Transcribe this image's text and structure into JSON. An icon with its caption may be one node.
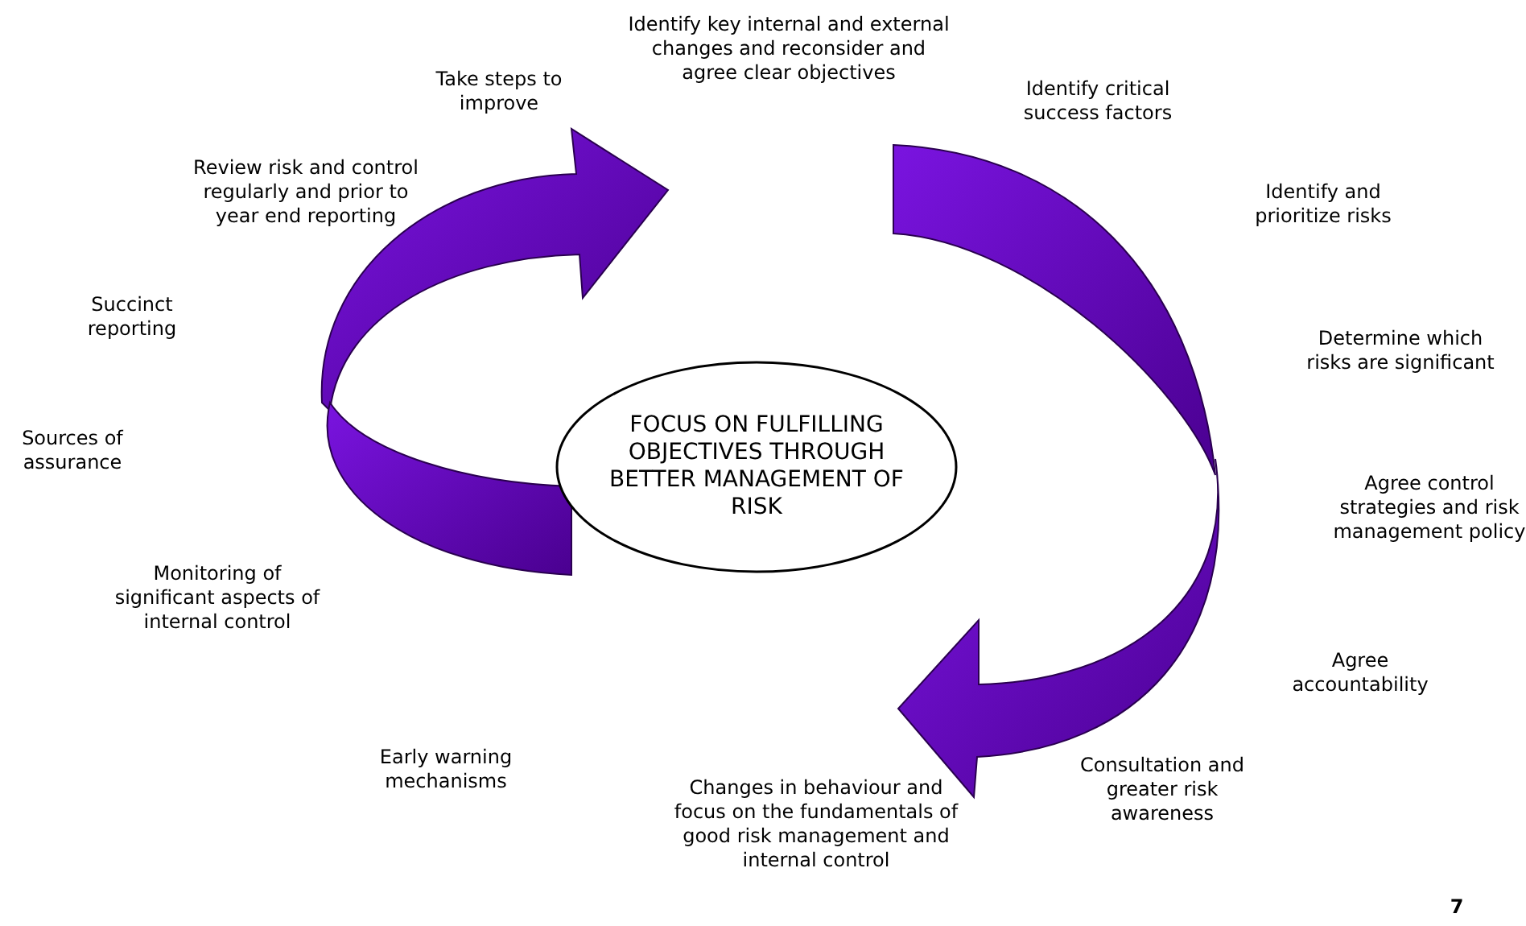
{
  "diagram": {
    "nodes": [
      {
        "text": [
          "FOCUS ON FULFILLING OBJECTIVES THROUGH BETTER MANAGEMENT OF RISK"
        ]
      }
    ],
    "edges": [],
    "labels": [
      "Take steps to improve",
      "Identify key internal and external changes and reconsider and agree clear objectives",
      "Identify critical success factors",
      "Identify and prioritize risks",
      "Determine which risks are significant",
      "Agree control strategies and risk management policy",
      "Agree accountability",
      "Consultation and greater risk awareness",
      "Changes in behaviour and focus on the fundamentals of good risk management and internal control",
      "Early warning mechanisms",
      "Monitoring of significant aspects of internal control",
      "Sources of assurance",
      "Succinct reporting",
      "Review risk and control regularly and prior to year end reporting",
      "7"
    ]
  }
}
